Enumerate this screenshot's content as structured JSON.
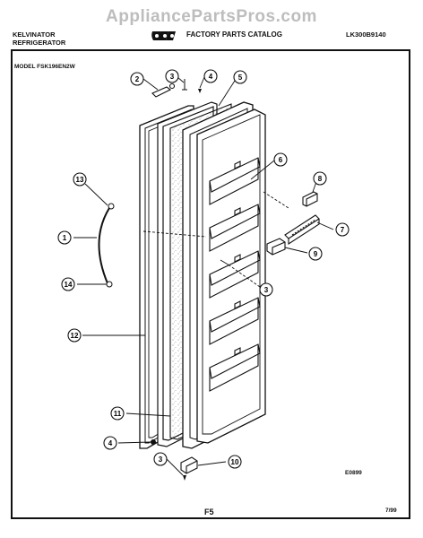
{
  "watermark": "AppliancePartsPros.com",
  "header": {
    "brand_line1": "KELVINATOR",
    "brand_line2": "REFRIGERATOR",
    "catalog_title": "FACTORY PARTS CATALOG",
    "catalog_number": "LK300B9140"
  },
  "model_label": "MODEL FSK196EN2W",
  "callouts": [
    "1",
    "2",
    "3",
    "4",
    "5",
    "6",
    "7",
    "8",
    "9",
    "3",
    "10",
    "11",
    "12",
    "13",
    "14",
    "4",
    "3"
  ],
  "drawing_code": "E0899",
  "page_code": "F5",
  "date_code": "7/99"
}
